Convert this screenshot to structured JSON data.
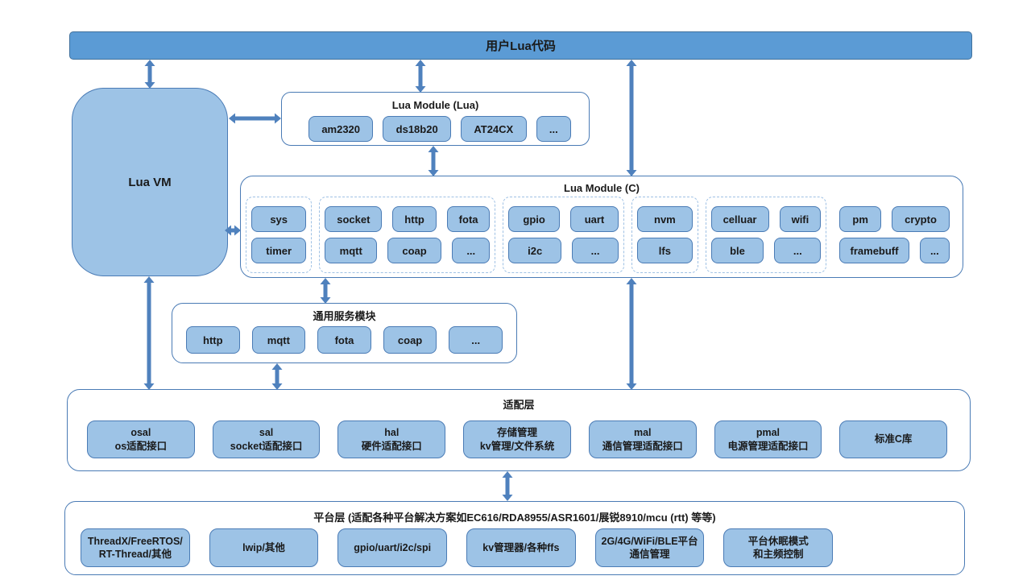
{
  "colors": {
    "bar_fill": "#5b9bd5",
    "bar_border": "#41719c",
    "chip_fill": "#9dc3e6",
    "chip_border": "#4a7bb5",
    "box_border": "#4a7bb5",
    "dash": "#9fc1e4",
    "arrow": "#4f81bd",
    "text": "#1a1a1a"
  },
  "top_bar": {
    "label": "用户Lua代码"
  },
  "lua_vm": {
    "label": "Lua VM"
  },
  "module_lua": {
    "title": "Lua Module (Lua)",
    "chips": [
      "am2320",
      "ds18b20",
      "AT24CX",
      "..."
    ]
  },
  "module_c": {
    "title": "Lua Module (C)",
    "groups": [
      {
        "dashed": true,
        "rows": [
          [
            "sys"
          ],
          [
            "timer"
          ]
        ]
      },
      {
        "dashed": true,
        "rows": [
          [
            "socket",
            "http",
            "fota"
          ],
          [
            "mqtt",
            "coap",
            "..."
          ]
        ]
      },
      {
        "dashed": true,
        "rows": [
          [
            "gpio",
            "uart"
          ],
          [
            "i2c",
            "..."
          ]
        ]
      },
      {
        "dashed": true,
        "rows": [
          [
            "nvm"
          ],
          [
            "lfs"
          ]
        ]
      },
      {
        "dashed": true,
        "rows": [
          [
            "celluar",
            "wifi"
          ],
          [
            "ble",
            "..."
          ]
        ]
      },
      {
        "dashed": false,
        "rows": [
          [
            "pm",
            "crypto"
          ],
          [
            "framebuff",
            "..."
          ]
        ]
      }
    ]
  },
  "common_services": {
    "title": "通用服务模块",
    "chips": [
      "http",
      "mqtt",
      "fota",
      "coap",
      "..."
    ]
  },
  "adaptation_layer": {
    "title": "适配层",
    "chips": [
      "osal\nos适配接口",
      "sal\nsocket适配接口",
      "hal\n硬件适配接口",
      "存储管理\nkv管理/文件系统",
      "mal\n通信管理适配接口",
      "pmal\n电源管理适配接口",
      "标准C库"
    ]
  },
  "platform_layer": {
    "title": "平台层 (适配各种平台解决方案如EC616/RDA8955/ASR1601/展锐8910/mcu (rtt) 等等)",
    "chips": [
      "ThreadX/FreeRTOS/RT-Thread/其他",
      "lwip/其他",
      "gpio/uart/i2c/spi",
      "kv管理器/各种ffs",
      "2G/4G/WiFi/BLE平台通信管理",
      "平台休眠模式\n和主频控制"
    ]
  }
}
